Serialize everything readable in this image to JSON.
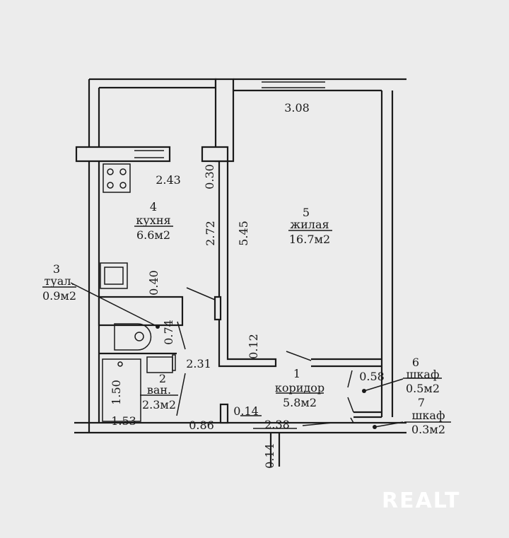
{
  "rooms": [
    {
      "number": "1",
      "name": "коридор",
      "area": "5.8м2"
    },
    {
      "number": "2",
      "name": "ван.",
      "area": "2.3м2"
    },
    {
      "number": "3",
      "name": "туал.",
      "area": "0.9м2"
    },
    {
      "number": "4",
      "name": "кухня",
      "area": "6.6м2"
    },
    {
      "number": "5",
      "name": "жилая",
      "area": "16.7м2"
    },
    {
      "number": "6",
      "name": "шкаф",
      "area": "0.5м2"
    },
    {
      "number": "7",
      "name": "шкаф",
      "area": "0.3м2"
    }
  ],
  "dimensions": {
    "living_width": "3.08",
    "kitchen_width": "2.43",
    "niche_030": "0.30",
    "kitchen_length": "2.72",
    "living_length": "5.45",
    "wall_040": "0.40",
    "toilet_length": "0.74",
    "bath_corridor": "2.31",
    "wall_012": "0.12",
    "closet_058": "0.58",
    "bath_150": "1.50",
    "bath_153": "1.53",
    "door_086": "0.86",
    "wall_014": "0.14",
    "corridor_238": "2.38",
    "outer_014": "0.14"
  },
  "watermark": "REALT"
}
